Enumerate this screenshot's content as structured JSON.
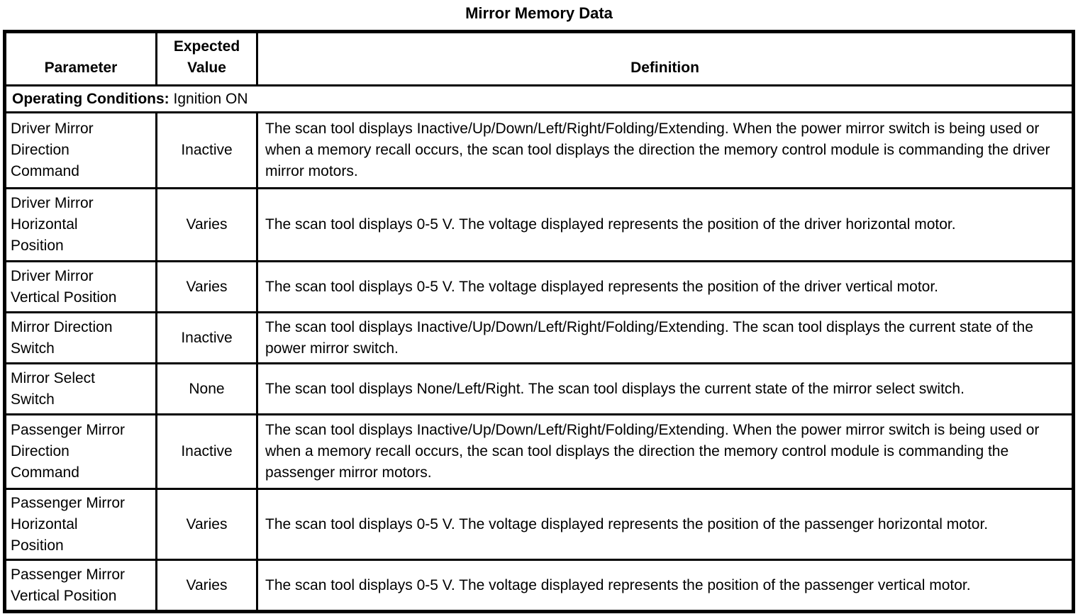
{
  "page": {
    "title": "Mirror Memory Data"
  },
  "table": {
    "headers": [
      "Parameter",
      "Expected Value",
      "Definition"
    ],
    "operating_conditions": {
      "label": "Operating Conditions:",
      "value": "Ignition ON"
    },
    "rows": [
      {
        "parameter": "Driver Mirror\nDirection\nCommand",
        "expected_value": "Inactive",
        "definition": "The scan tool displays Inactive/Up/Down/Left/Right/Folding/Extending. When the power mirror switch is being used or when a memory recall occurs, the scan tool displays the direction the memory control module is commanding the driver mirror motors."
      },
      {
        "parameter": "Driver Mirror\nHorizontal\nPosition",
        "expected_value": "Varies",
        "definition": "The scan tool displays 0-5 V. The voltage displayed represents the position of the driver horizontal motor."
      },
      {
        "parameter": "Driver Mirror\nVertical Position",
        "expected_value": "Varies",
        "definition": "The scan tool displays 0-5 V. The voltage displayed represents the position of the driver vertical motor."
      },
      {
        "parameter": "Mirror Direction\nSwitch",
        "expected_value": "Inactive",
        "definition": "The scan tool displays Inactive/Up/Down/Left/Right/Folding/Extending. The scan tool displays the current state of the power mirror switch."
      },
      {
        "parameter": "Mirror Select\nSwitch",
        "expected_value": "None",
        "definition": "The scan tool displays None/Left/Right. The scan tool displays the current state of the mirror select switch."
      },
      {
        "parameter": "Passenger Mirror\nDirection\nCommand",
        "expected_value": "Inactive",
        "definition": "The scan tool displays Inactive/Up/Down/Left/Right/Folding/Extending. When the power mirror switch is being used or when a memory recall occurs, the scan tool displays the direction the memory control module is commanding the passenger mirror motors."
      },
      {
        "parameter": "Passenger Mirror\nHorizontal\nPosition",
        "expected_value": "Varies",
        "definition": "The scan tool displays 0-5 V. The voltage displayed represents the position of the passenger horizontal motor."
      },
      {
        "parameter": "Passenger Mirror\nVertical Position",
        "expected_value": "Varies",
        "definition": "The scan tool displays 0-5 V. The voltage displayed represents the position of the passenger vertical motor."
      }
    ]
  }
}
